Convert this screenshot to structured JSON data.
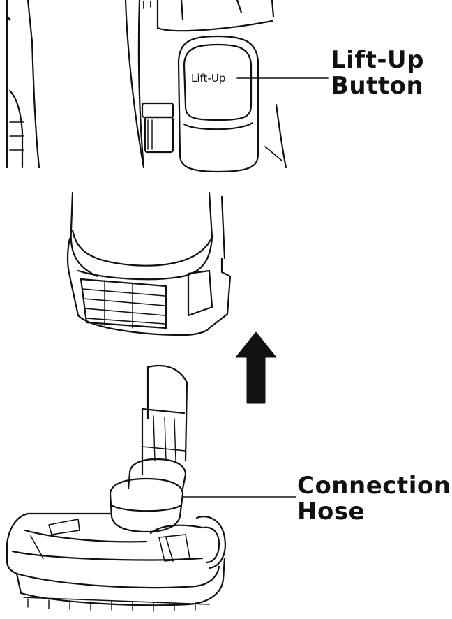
{
  "figure": {
    "button_text": "Lift-Up",
    "callouts": {
      "lift_up": {
        "line1": "Lift-Up",
        "line2": "Button"
      },
      "hose": {
        "line1": "Connection",
        "line2": "Hose"
      }
    },
    "colors": {
      "ink": "#111111",
      "background": "#ffffff"
    },
    "arrow": {
      "direction": "up"
    }
  }
}
